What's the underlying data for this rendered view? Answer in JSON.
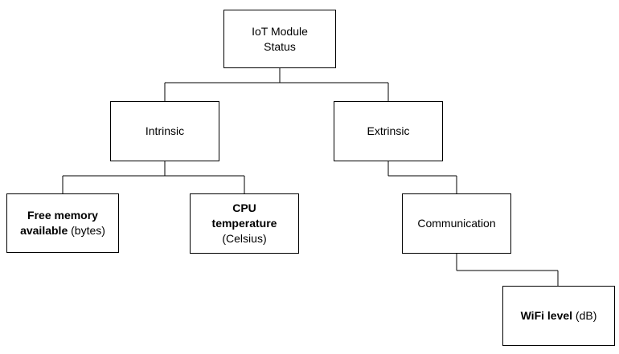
{
  "diagram": {
    "nodes": {
      "root": {
        "line1": "IoT Module",
        "line2": "Status"
      },
      "intrinsic": {
        "label": "Intrinsic"
      },
      "extrinsic": {
        "label": "Extrinsic"
      },
      "free_memory": {
        "bold1": "Free memory",
        "bold2": "available",
        "plain": " (bytes)"
      },
      "cpu_temperature": {
        "bold1": "CPU",
        "bold2": "temperature",
        "plain": "(Celsius)"
      },
      "communication": {
        "label": "Communication"
      },
      "wifi_level": {
        "bold": "WiFi level",
        "plain": " (dB)"
      }
    },
    "edges": [
      [
        "root",
        "intrinsic"
      ],
      [
        "root",
        "extrinsic"
      ],
      [
        "intrinsic",
        "free_memory"
      ],
      [
        "intrinsic",
        "cpu_temperature"
      ],
      [
        "extrinsic",
        "communication"
      ],
      [
        "communication",
        "wifi_level"
      ]
    ],
    "line_color": "#000000",
    "box_border_color": "#000000"
  }
}
